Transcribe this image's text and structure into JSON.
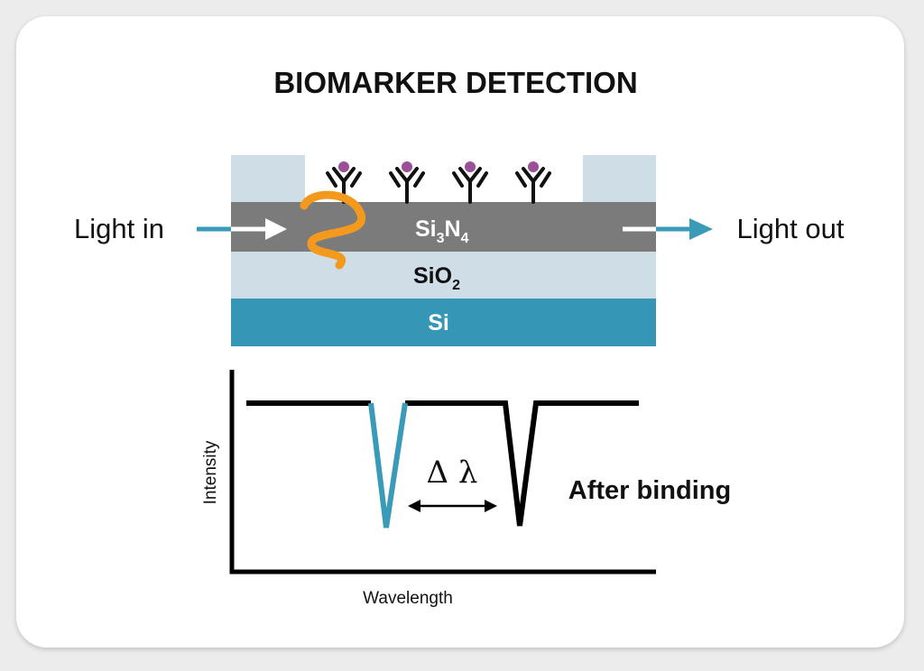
{
  "title": "BIOMARKER DETECTION",
  "light_in": "Light in",
  "light_out": "Light out",
  "layers": {
    "si3n4_base": "Si",
    "si3n4_sub1": "3",
    "si3n4_mid": "N",
    "si3n4_sub2": "4",
    "sio2_base": "SiO",
    "sio2_sub": "2",
    "si": "Si"
  },
  "graph": {
    "y_label": "Intensity",
    "x_label": "Wavelength",
    "shift_symbol": "Δ λ",
    "annotation": "After binding"
  },
  "colors": {
    "cladding": "#cfdde6",
    "core": "#7b7b7c",
    "substrate": "#3596b5",
    "before_curve": "#3a9bb8",
    "after_curve": "#000000",
    "evanescent_wave": "#f39a1e",
    "antibody_dot": "#9b4f96"
  }
}
